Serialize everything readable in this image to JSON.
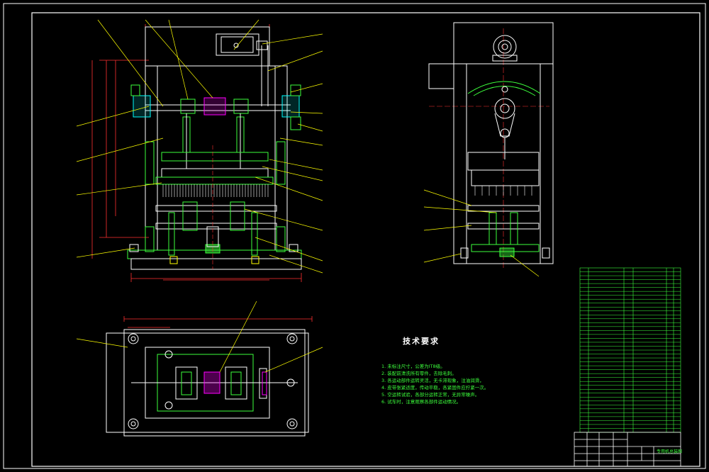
{
  "drawing": {
    "notes_title": "技术要求",
    "notes": [
      "1. 未标注尺寸，公差为IT8级。",
      "2. 装配前清洗所有零件，去除毛刺。",
      "3. 各运动部件运转灵活，无卡滞现象，注油润滑，",
      "4. 皮带张紧适度，传动平稳，各紧固件应拧紧一次。",
      "5. 空运转试验，各部分运转正常，无异常噪声。",
      "6. 试车时，注意观察各部件运动情况。"
    ],
    "title_block_name": "专用机总装图",
    "colors": {
      "background": "#000000",
      "outline": "#ffffff",
      "leader": "#ffff00",
      "hatch": "#3cff3c",
      "accent": "#00ffff",
      "dimension": "#ff3030"
    }
  }
}
